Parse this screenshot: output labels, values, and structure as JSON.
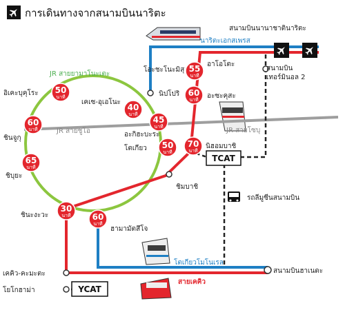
{
  "title": "การเดินทางจากสนามบินนาริตะ",
  "icons": {
    "title": "airplane-icon",
    "narita_airport": "airplane-icon",
    "narita_terminal2": "airplane-icon",
    "bus": "bus-icon"
  },
  "colors": {
    "jr_yamanote": "#8cc63f",
    "jr_line": "#9e9e9e",
    "narita_express": "#1e7fc4",
    "keikyu": "#e3262d",
    "monorail": "#1e7fc4",
    "bus_route": "#222222",
    "badge": "#e3262d"
  },
  "lines": {
    "narita_express": "นาริตะเอกสเพรส",
    "jr_yamanote": "JR สายยามาโนะเตะ",
    "jr_chuo": "JR สายชูโอ",
    "jr_sobu": "JR สายโซบุ",
    "airport_bus": "รถลีมูซีนสนามบิน",
    "tokyo_monorail": "โตเกียวโมโนเรล",
    "keikyu": "สายเคคิว"
  },
  "stations": {
    "narita_airport": "สนามบินนานาชาตินาริตะ",
    "narita_terminal2": "สนามบิน\nเทอร์มินอล 2",
    "ikebukuro": "อิเคะบุคุโระ",
    "shinjuku": "ชินจูกุ",
    "shibuya": "ชิบุยะ",
    "shinagawa": "ชินะงะวะ",
    "nippori": "นิปโปริ",
    "keisei_ueno": "เคเซ-อุเอโนะ",
    "ochanomizu": "โอะชะโนะมิสุ",
    "akihabara": "อะกิฮะบะระ",
    "tokyo": "โตเกียว",
    "oshiage": "อาโอโตะ",
    "asakusa": "อะซะคุสะ",
    "nihombashi": "นิฮอมบาชิ",
    "shimbashi": "ชิมบาชิ",
    "hamamatsucho": "ฮามามัตสึโจ",
    "keikyu_kamata": "เคคิว-คะมะตะ",
    "yokohama": "โยโกฮาม่า",
    "haneda": "สนามบินฮาเนดะ"
  },
  "terminals": {
    "tcat": "TCAT",
    "ycat": "YCAT"
  },
  "badges": [
    {
      "key": "ikebukuro",
      "minutes": "50",
      "unit": "นาที"
    },
    {
      "key": "shinjuku",
      "minutes": "60",
      "unit": "นาที"
    },
    {
      "key": "shibuya",
      "minutes": "65",
      "unit": "นาที"
    },
    {
      "key": "keisei_ueno",
      "minutes": "40",
      "unit": "นาที"
    },
    {
      "key": "tokyo",
      "minutes": "45",
      "unit": "นาที"
    },
    {
      "key": "ochanomizu",
      "minutes": "55",
      "unit": "นาที"
    },
    {
      "key": "asakusa",
      "minutes": "60",
      "unit": "นาที"
    },
    {
      "key": "tokyo2",
      "minutes": "50",
      "unit": "นาที"
    },
    {
      "key": "nihombashi",
      "minutes": "70",
      "unit": "นาที"
    },
    {
      "key": "shinagawa",
      "minutes": "30",
      "unit": "นาที"
    },
    {
      "key": "hamamatsucho",
      "minutes": "60",
      "unit": "นาที"
    }
  ]
}
